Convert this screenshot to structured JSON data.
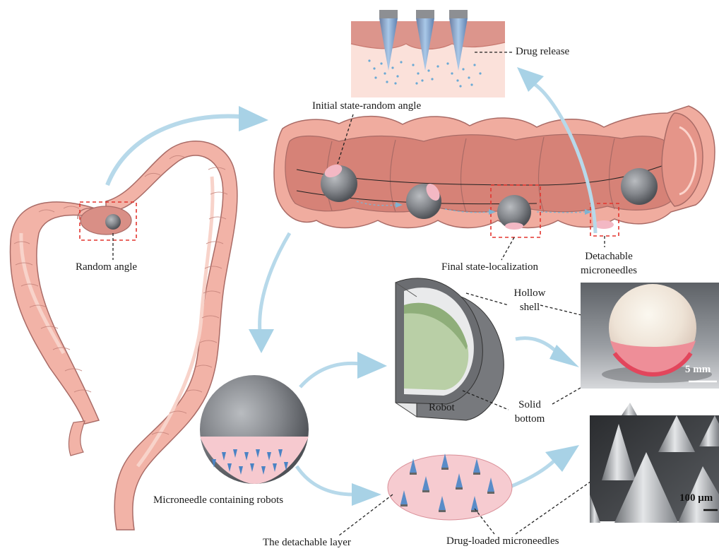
{
  "figure": {
    "labels": {
      "drug_release": "Drug release",
      "initial_state": "Initial state-random angle",
      "random_angle": "Random angle",
      "final_state": "Final state-localization",
      "detachable_microneedles_1": "Detachable",
      "detachable_microneedles_2": "microneedles",
      "hollow_shell_1": "Hollow",
      "hollow_shell_2": "shell",
      "solid_bottom_1": "Solid",
      "solid_bottom_2": "bottom",
      "robot": "Robot",
      "microneedle_robots": "Microneedle containing robots",
      "detachable_layer": "The detachable layer",
      "drug_loaded": "Drug-loaded microneedles"
    },
    "scale_bars": {
      "robot_photo": "5 mm",
      "sem_photo": "100 μm"
    }
  }
}
